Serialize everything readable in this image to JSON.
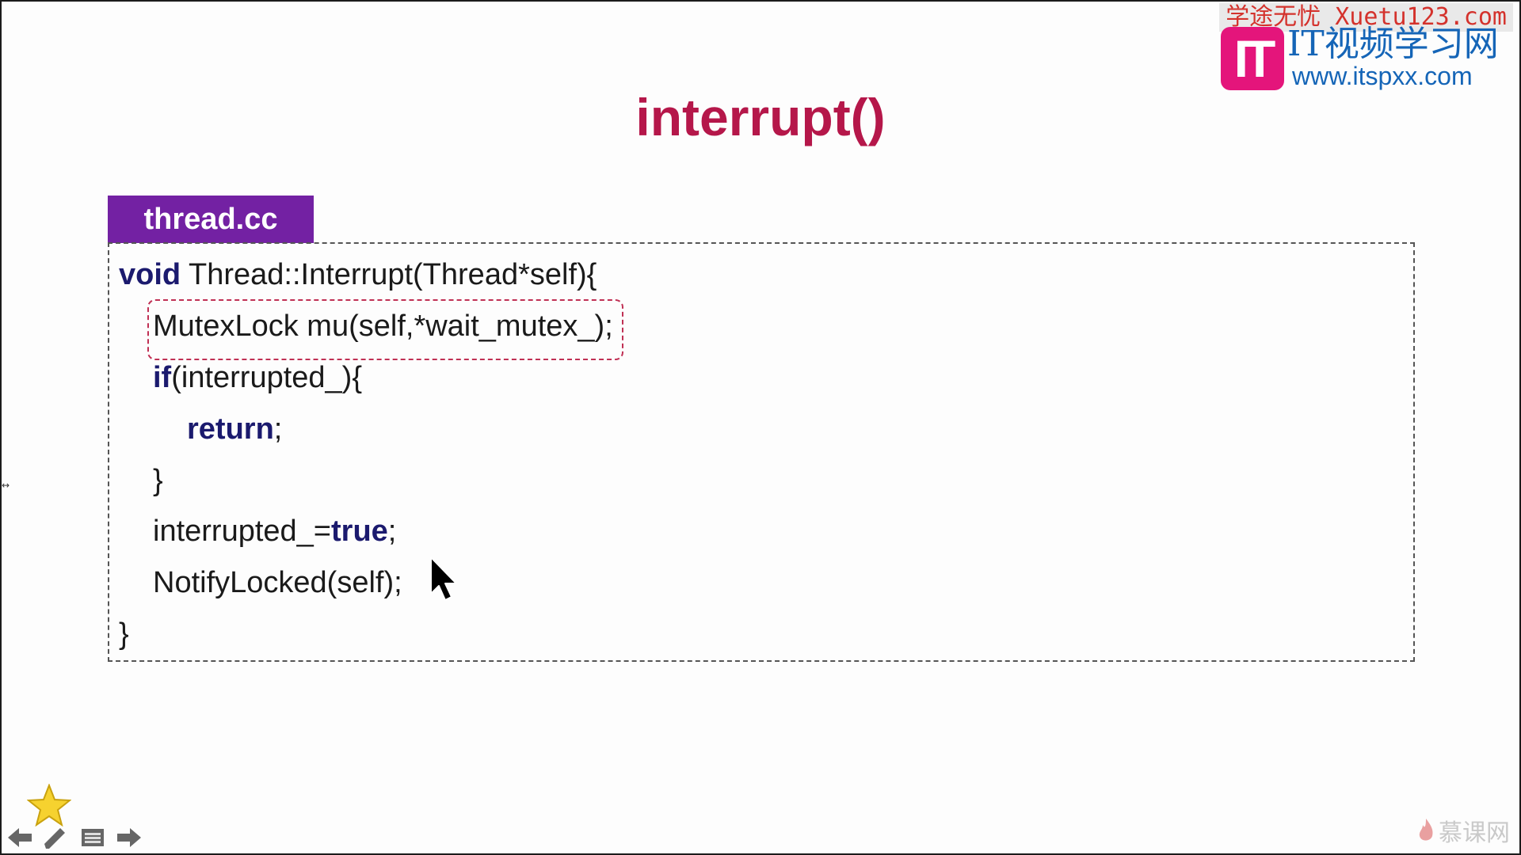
{
  "watermark": {
    "top_text": "学途无忧 Xuetu123.com",
    "logo_letters": "IT",
    "logo_cn": "IT视频学习网",
    "logo_url": "www.itspxx.com",
    "colors": {
      "red": "#d4322c",
      "magenta": "#e4157b",
      "blue": "#1565b7"
    }
  },
  "slide": {
    "title": "interrupt()",
    "title_color": "#b5174a",
    "file_tab": "thread.cc",
    "file_tab_color": "#7321a3",
    "keyword_color": "#1b1a6e",
    "code": {
      "l1_kw": "void",
      "l1_rest": " Thread::Interrupt(Thread*self){",
      "l2": "MutexLock mu(self,*wait_mutex_);",
      "l3_kw": "if",
      "l3_rest": "(interrupted_){",
      "l4_kw": "return",
      "l4_rest": ";",
      "l5": "}",
      "l6_pre": "interrupted_=",
      "l6_kw": "true",
      "l6_post": ";",
      "l7": "NotifyLocked(self);",
      "l8": "}"
    }
  },
  "controls": {
    "icons": [
      "star-icon",
      "arrow-left-icon",
      "pen-icon",
      "menu-icon",
      "arrow-right-icon"
    ]
  },
  "brand": {
    "text": "慕课网",
    "icon": "flame-icon"
  }
}
